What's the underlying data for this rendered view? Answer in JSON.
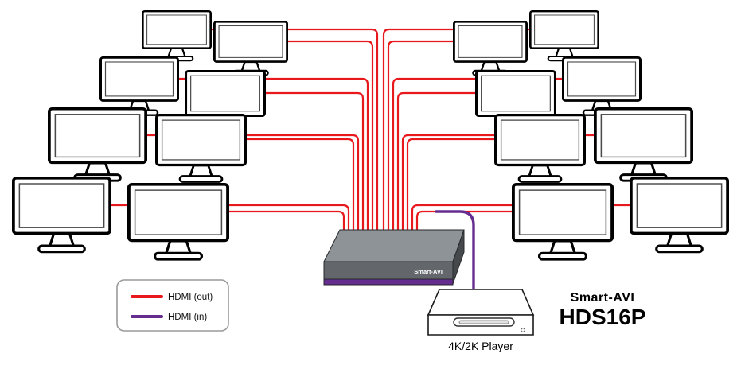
{
  "legend": {
    "out_label": "HDMI (out)",
    "in_label": "HDMI (in)"
  },
  "colors": {
    "hdmi_out": "#e8191d",
    "hdmi_in": "#662d91"
  },
  "switch": {
    "label": "Smart-AVI"
  },
  "player": {
    "label": "4K/2K Player"
  },
  "brand": {
    "name": "Smart-AVI",
    "model": "HDS16P"
  },
  "monitors": {
    "count": 16
  }
}
